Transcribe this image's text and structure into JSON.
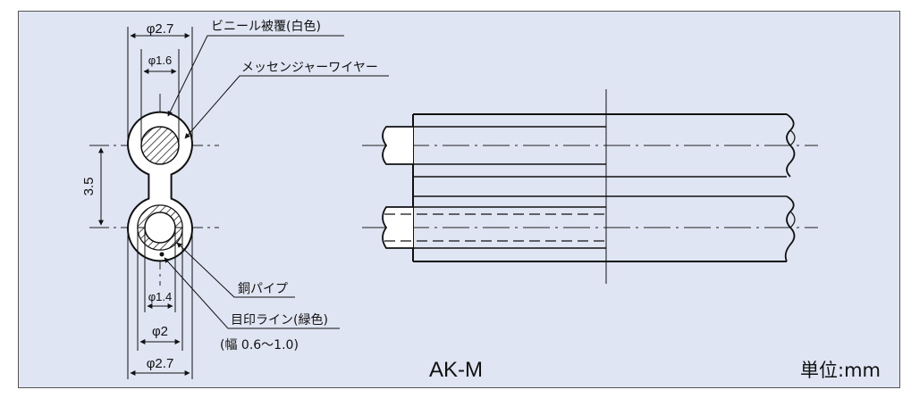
{
  "title": "AK-M",
  "unit": "単位:mm",
  "labels": {
    "vinyl_coating": "ビニール被覆(白色)",
    "messenger_wire": "メッセンジャーワイヤー",
    "copper_pipe": "銅パイプ",
    "marker_line": "目印ライン(緑色)",
    "marker_width": "(幅 0.6〜1.0)"
  },
  "dimensions": {
    "top_outer": "φ2.7",
    "top_inner": "φ1.6",
    "pitch": "3.5",
    "bottom_inner": "φ1.4",
    "bottom_mid": "φ2",
    "bottom_outer": "φ2.7"
  },
  "colors": {
    "background": "#dfe5f2",
    "line": "#111111"
  }
}
